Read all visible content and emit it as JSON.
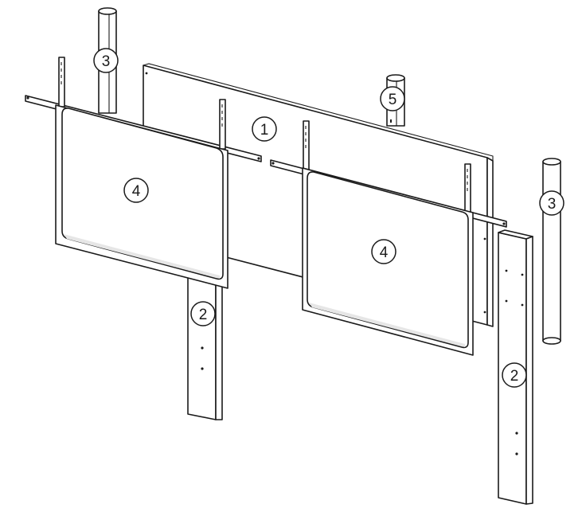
{
  "callouts": [
    {
      "id": "c1",
      "label": "1"
    },
    {
      "id": "c2a",
      "label": "2"
    },
    {
      "id": "c2b",
      "label": "2"
    },
    {
      "id": "c3a",
      "label": "3"
    },
    {
      "id": "c3b",
      "label": "3"
    },
    {
      "id": "c4a",
      "label": "4"
    },
    {
      "id": "c4b",
      "label": "4"
    },
    {
      "id": "c5",
      "label": "5"
    }
  ],
  "colors": {
    "line": "#1a1a1a",
    "fill": "#ffffff",
    "shade": "#e6e6e6"
  }
}
